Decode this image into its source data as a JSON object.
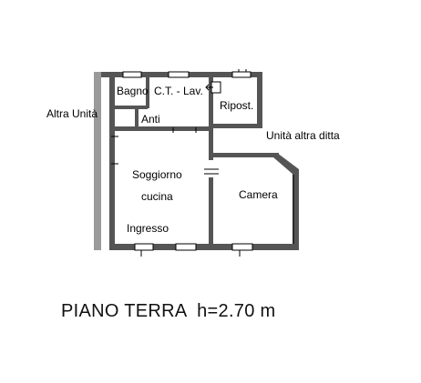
{
  "plan": {
    "rooms": {
      "bagno": "Bagno",
      "ct_lav": "C.T. - Lav.",
      "ripost": "Ripost.",
      "anti": "Anti",
      "soggiorno": "Soggiorno",
      "cucina": "cucina",
      "ingresso": "Ingresso",
      "camera": "Camera"
    },
    "neighbors": {
      "left": "Altra Unità",
      "right": "Unità altra ditta"
    },
    "title": "PIANO TERRA  h=2.70 m"
  },
  "colors": {
    "wall": "#555555",
    "wall_light": "#9a9a9a",
    "line": "#000000",
    "background": "#ffffff"
  }
}
